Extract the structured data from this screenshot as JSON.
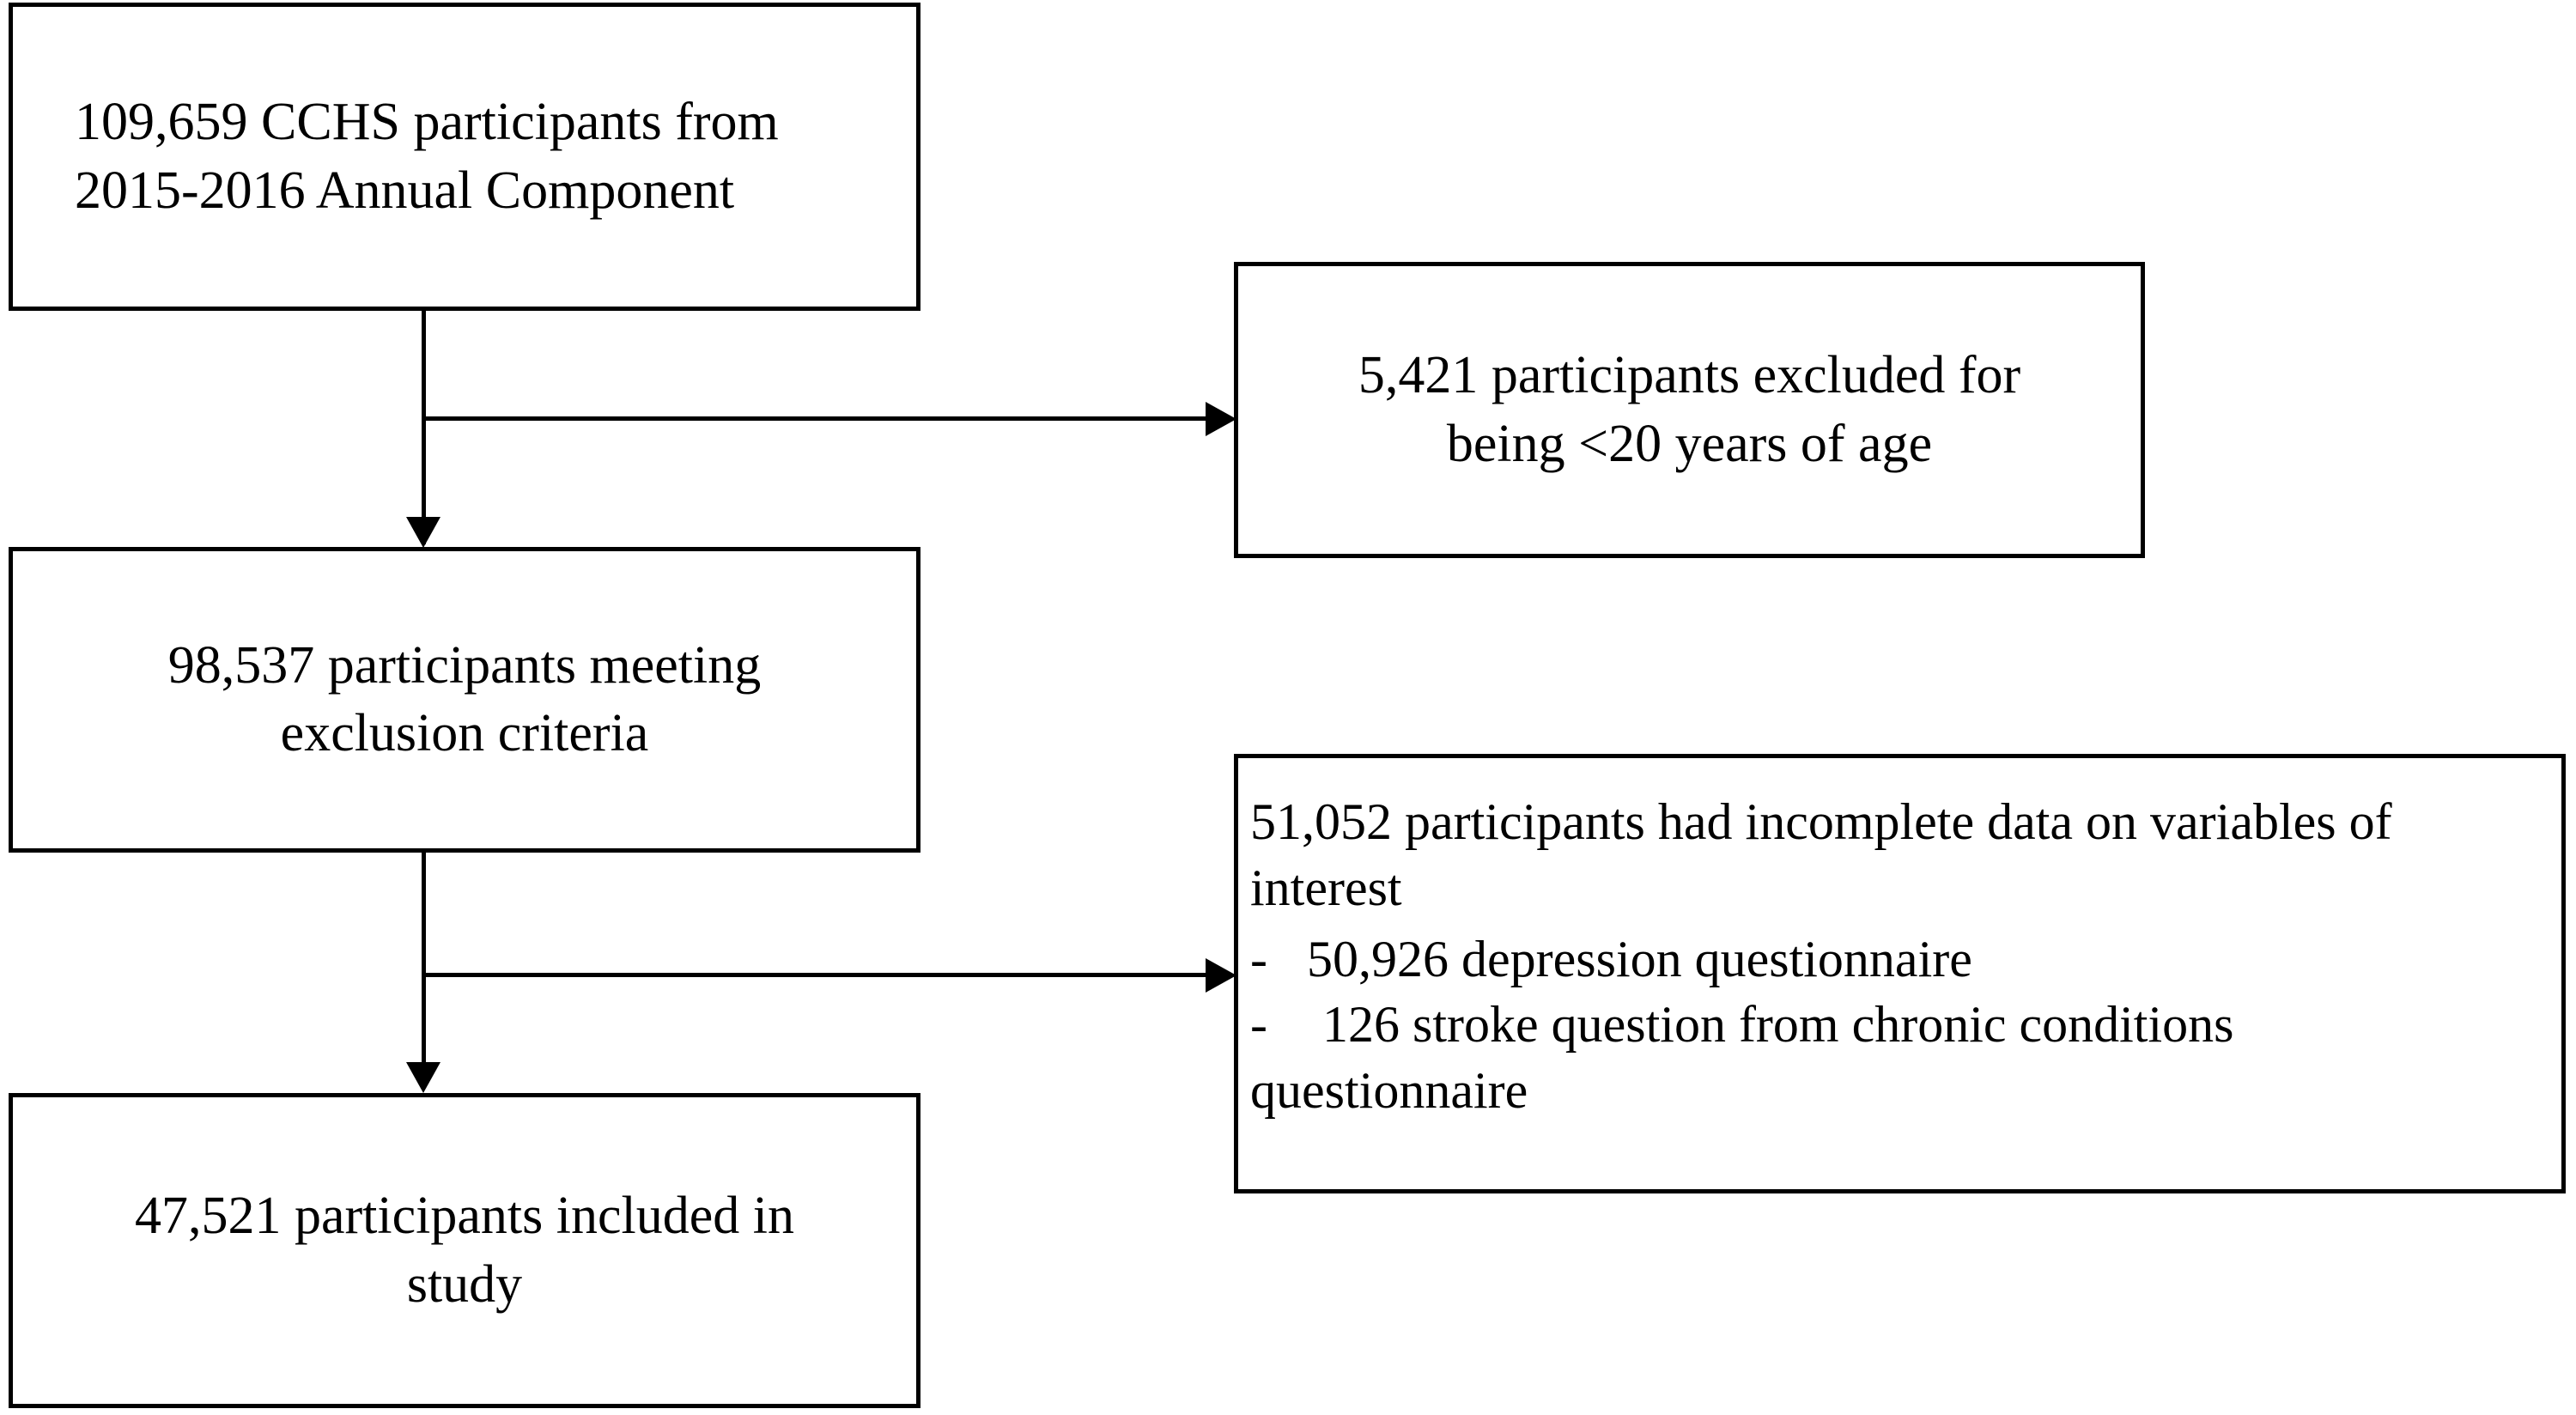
{
  "diagram": {
    "type": "study-participant-flowchart",
    "orientation": "top-to-bottom with right-side exclusion branches",
    "stroke_color": "#000000",
    "fill_color": "#ffffff"
  },
  "nodes": {
    "source": {
      "id": "node-source",
      "role": "cohort-source",
      "align": "left",
      "text": "109,659 CCHS participants from\n2015-2016 Annual Component",
      "count": "109,659"
    },
    "excluded_age": {
      "id": "node-excl-age",
      "role": "exclusion",
      "align": "center",
      "text": "5,421 participants excluded for\nbeing <20 years of age",
      "count": "5,421"
    },
    "meeting_criteria": {
      "id": "node-meeting",
      "role": "cohort-intermediate",
      "align": "center",
      "text": "98,537 participants meeting\nexclusion criteria",
      "count": "98,537"
    },
    "excluded_incomplete": {
      "id": "node-excl-data",
      "role": "exclusion",
      "align": "left",
      "lead": "51,052 participants had incomplete data on variables of interest",
      "count": "51,052",
      "bullet_marker": "-",
      "items": [
        {
          "text": "50,926 depression questionnaire",
          "count": "50,926",
          "extra_indent": false
        },
        {
          "text": "126 stroke question from chronic conditions",
          "count": "126",
          "extra_indent": true
        }
      ],
      "tail": "questionnaire"
    },
    "included": {
      "id": "node-included",
      "role": "cohort-final",
      "align": "center",
      "text": "47,521 participants included in\nstudy",
      "count": "47,521"
    }
  },
  "connectors": [
    {
      "name": "source-to-meeting",
      "from": "source",
      "to": "meeting_criteria",
      "style": "vertical-arrow"
    },
    {
      "name": "source-to-excluded-age",
      "from": "source",
      "to": "excluded_age",
      "style": "horizontal-arrow"
    },
    {
      "name": "meeting-to-included",
      "from": "meeting_criteria",
      "to": "included",
      "style": "vertical-arrow"
    },
    {
      "name": "meeting-to-excluded-incomplete",
      "from": "meeting_criteria",
      "to": "excluded_incomplete",
      "style": "horizontal-arrow"
    }
  ]
}
